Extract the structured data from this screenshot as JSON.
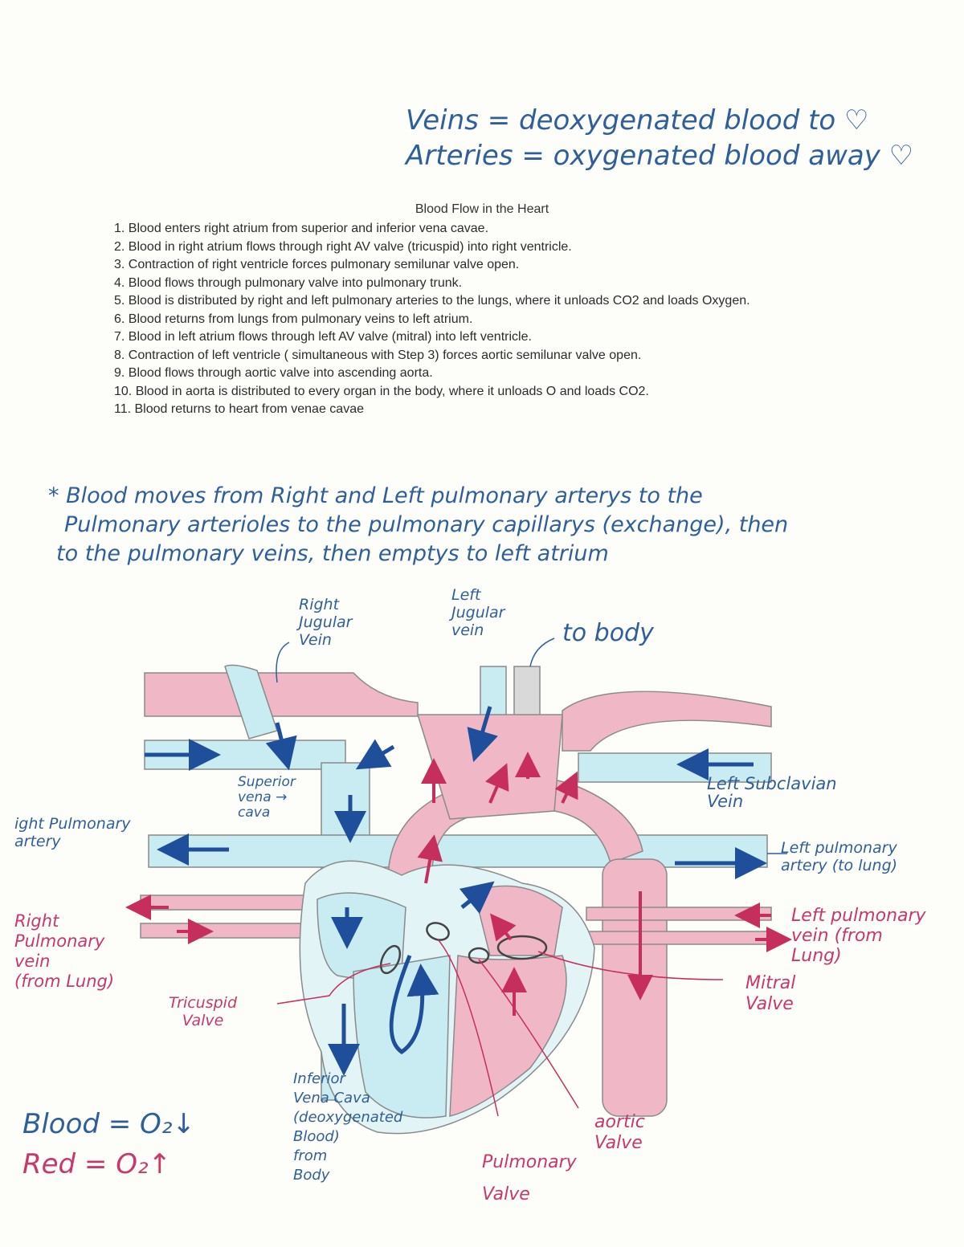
{
  "handwritten_header": {
    "line1": "Veins = deoxygenated blood to ♡",
    "line2": "Arteries = oxygenated blood away ♡"
  },
  "document": {
    "title": "Blood Flow in the Heart",
    "steps": [
      "1. Blood enters right atrium from superior and inferior vena cavae.",
      "2. Blood in right atrium flows through right AV valve (tricuspid) into right ventricle.",
      "3. Contraction of right ventricle forces pulmonary semilunar valve open.",
      "4. Blood flows through pulmonary valve into pulmonary trunk.",
      "5. Blood is distributed by right and left pulmonary arteries to the lungs, where it unloads CO2 and loads Oxygen.",
      "6. Blood returns from lungs from pulmonary veins to left atrium.",
      "7. Blood in left atrium flows through left AV valve (mitral) into left ventricle.",
      "8. Contraction of left ventricle ( simultaneous with Step 3) forces aortic semilunar valve open.",
      "9. Blood flows through aortic valve into ascending aorta.",
      "10. Blood in aorta is distributed to every organ in the body, where it unloads O and loads CO2.",
      "11. Blood returns to heart from venae cavae"
    ]
  },
  "handwritten_note": {
    "line1": "* Blood moves from Right and Left pulmonary arterys to the",
    "line2": "Pulmonary arterioles to the pulmonary capillarys (exchange), then",
    "line3": "to the pulmonary veins, then emptys to left atrium"
  },
  "diagram_labels": {
    "right_jugular": "Right\nJugular\nVein",
    "left_jugular": "Left\nJugular\nvein",
    "to_body": "to body",
    "superior_vena_cava": "Superior\nvena →\ncava",
    "left_subclavian": "Left Subclavian\nVein",
    "right_pulmonary_artery": "ight Pulmonary\nartery",
    "left_pulmonary_artery": "Left pulmonary\nartery (to lung)",
    "right_pulmonary_vein": "Right\nPulmonary\nvein\n(from Lung)",
    "left_pulmonary_vein": "Left pulmonary\nvein (from\nLung)",
    "tricuspid": "Tricuspid\nValve",
    "mitral": "Mitral\nValve",
    "inferior_vena_cava": "Inferior\nVena Cava\n(deoxygenated\nBlood)\nfrom\nBody",
    "pulmonary_valve": "Pulmonary\nValve",
    "aortic_valve": "aortic\nValve"
  },
  "legend": {
    "blue": "Blood = O₂↓",
    "red": "Red = O₂↑"
  },
  "colors": {
    "ink_blue": "#2f5f9a",
    "ink_pink": "#c9386a",
    "oxygen_rich_fill": "#f0b8c6",
    "oxygen_poor_fill": "#c9ecf2",
    "arrow_blue": "#1f4f9a",
    "arrow_red": "#c62f5d"
  }
}
